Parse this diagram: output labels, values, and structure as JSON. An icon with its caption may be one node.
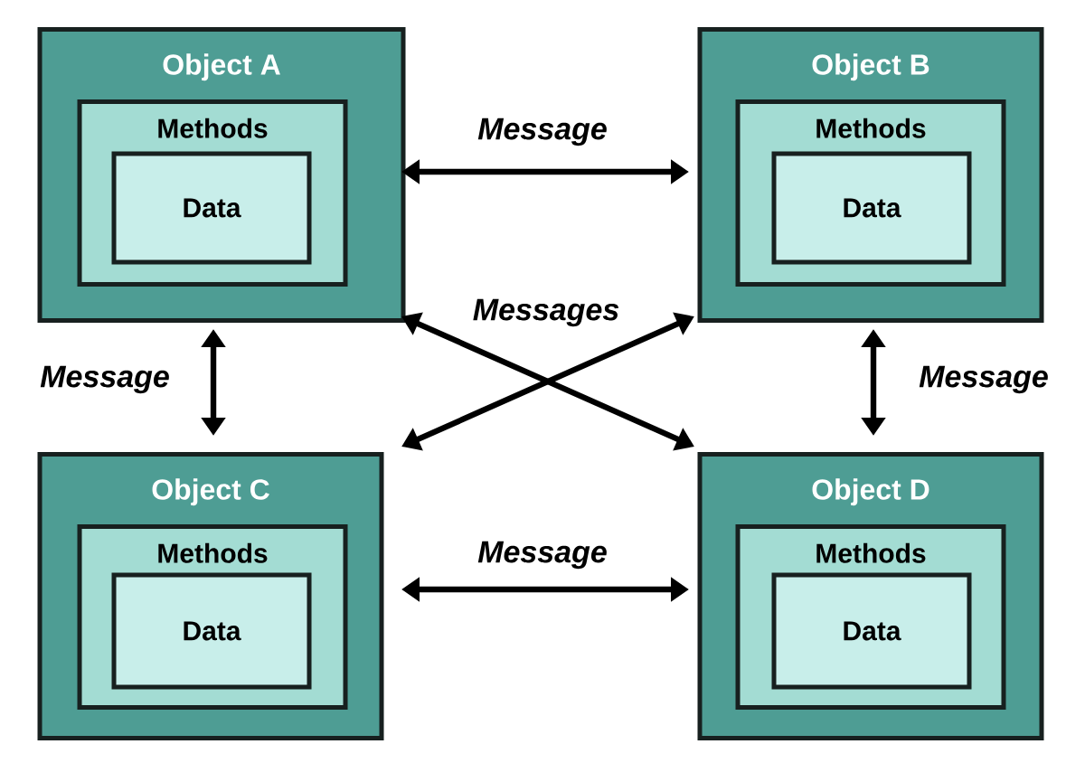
{
  "diagram": {
    "nodes": [
      {
        "text": [
          "Object A"
        ]
      },
      {
        "text": [
          "Methods"
        ],
        "in": 0
      },
      {
        "text": [
          "Data"
        ],
        "in": 1
      },
      {
        "text": [
          "Object B"
        ]
      },
      {
        "text": [
          "Methods"
        ],
        "in": 3
      },
      {
        "text": [
          "Data"
        ],
        "in": 4
      },
      {
        "text": [
          "Object C"
        ]
      },
      {
        "text": [
          "Methods"
        ],
        "in": 6
      },
      {
        "text": [
          "Data"
        ],
        "in": 7
      },
      {
        "text": [
          "Object D"
        ]
      },
      {
        "text": [
          "Methods"
        ],
        "in": 9
      },
      {
        "text": [
          "Data"
        ],
        "in": 10
      }
    ],
    "edges": [
      {
        "from": 0,
        "to": 3,
        "arrow": "both",
        "label": "Message"
      },
      {
        "from": 0,
        "to": 9,
        "arrow": "both",
        "label": "Messages"
      },
      {
        "from": 3,
        "to": 6,
        "arrow": "both"
      },
      {
        "from": 0,
        "to": 6,
        "arrow": "both",
        "label": "Message"
      },
      {
        "from": 3,
        "to": 9,
        "arrow": "both",
        "label": "Message"
      },
      {
        "from": 6,
        "to": 9,
        "arrow": "both",
        "label": "Message"
      }
    ]
  }
}
